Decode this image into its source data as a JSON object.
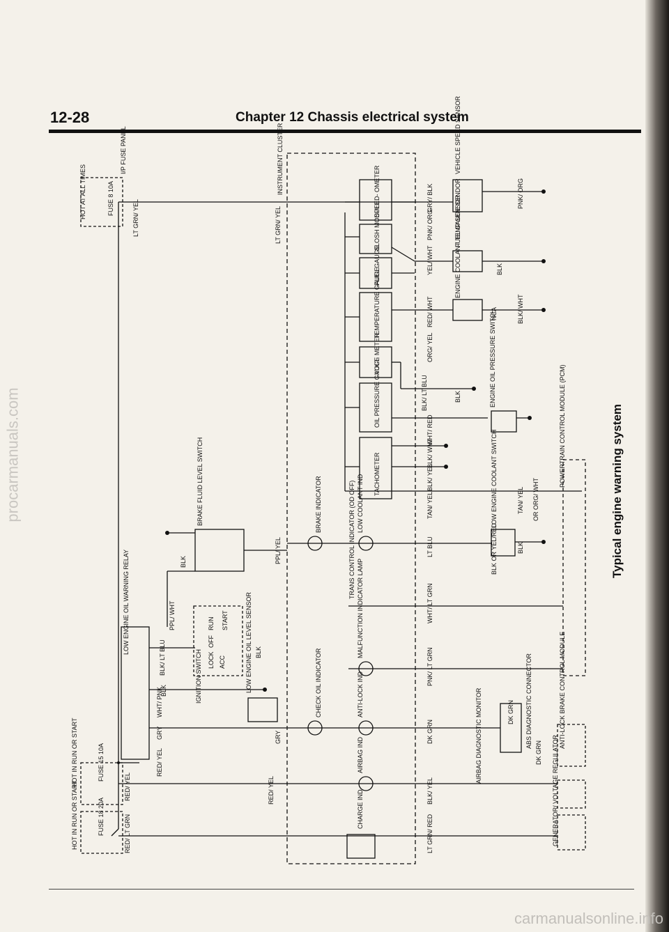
{
  "page": {
    "number": "12-28",
    "chapter": "Chapter 12  Chassis electrical system",
    "caption": "Typical engine warning system",
    "watermark_side": "procarmanuals.com",
    "watermark_bottom": "carmanualsonline.info"
  },
  "labels": {
    "hot_all_times": "HOT AT ALL TIMES",
    "fuse_8": "FUSE 8 10A",
    "ip_fuse_panel": "I/P FUSE PANEL",
    "hot_run_start_1": "HOT IN RUN OR START",
    "fuse_18": "FUSE 18 20A",
    "hot_run_start_2": "HOT IN RUN OR START",
    "fuse_15": "FUSE 15 10A",
    "instrument_cluster": "INSTRUMENT CLUSTER",
    "lt_grn_yel_1": "LT GRN/ YEL",
    "lt_grn_yel_2": "LT GRN/ YEL",
    "red_lt_grn": "RED/ LT GRN",
    "red_yel_1": "RED/ YEL",
    "red_yel_2": "RED/ YEL",
    "red_yel_3": "RED/ YEL",
    "gry_1": "GRY",
    "gry_2": "GRY",
    "wht_pnk": "WHT/ PNK",
    "blk_1": "BLK",
    "blk_lt_blu": "BLK/ LT BLU",
    "ppl_wht": "PPL/ WHT",
    "blk_2": "BLK",
    "ppl_yel": "PPL/ YEL",
    "low_oil_relay": "LOW ENGINE OIL WARNING RELAY",
    "ignition_switch": "IGNITION SWITCH",
    "lock": "LOCK",
    "acc": "ACC",
    "off": "OFF",
    "run": "RUN",
    "start": "START",
    "blk_3": "BLK",
    "low_oil_level_sensor": "LOW ENGINE OIL LEVEL SENSOR",
    "brake_fluid_switch": "BRAKE FLUID LEVEL SWITCH",
    "brake_indicator": "BRAKE INDICATOR",
    "low_coolant_ind": "LOW COOLANT IND",
    "trans_control": "TRANS CONTROL INDICATOR (OD OFF)",
    "malfunction": "MALFUNCTION INDICATOR LAMP",
    "check_oil": "CHECK OIL INDICATOR",
    "anti_lock_ind": "ANTI-LOCK IND",
    "airbag_ind": "AIRBAG IND",
    "charge_ind": "CHARGE IND",
    "tachometer": "TACHOMETER",
    "oil_pressure_gauge": "OIL PRESSURE GAUGE",
    "voltmeter": "VOLT- METER",
    "temperature_gauge": "TEMPERATURE GAUGE",
    "fuel_gauge": "FUEL GAUGE",
    "slosh_module": "SLOSH MODULE",
    "speedometer": "SPEED- OMETER",
    "vss": "VEHICLE SPEED SENSOR",
    "gry_blk": "GRY/ BLK",
    "pnk_org_1": "PNK/ ORG",
    "pnk_org_2": "PNK/ ORG",
    "fuel_sender": "FUEL GAUGE SENDOR",
    "yel_wht": "YEL/ WHT",
    "blk_4": "BLK",
    "coolant_temp": "ENGINE COOLANT TEMP SENSOR",
    "red_wht": "RED/ WHT",
    "nca": "NCA",
    "blk_wht_1": "BLK/ WHT",
    "org_yel": "ORG/ YEL",
    "blk_lt_blu_2": "BLK/ LT BLU",
    "blk_5": "BLK",
    "oil_pressure_switch": "ENGINE OIL PRESSURE SWITCH",
    "wht_red": "WHT/ RED",
    "blk_wht_2": "BLK/ WHT",
    "blk_yel_1": "BLK/ YEL",
    "pcm": "POWERTRAIN CONTROL MODULE (PCM)",
    "tan_yel_1": "TAN/ YEL",
    "tan_yel_2": "TAN/ YEL",
    "or_org_wht": "OR ORG/ WHT",
    "low_coolant_switch": "LOW ENGINE COOLANT SWITCH",
    "lt_blu": "LT BLU",
    "blk_or_yel_red": "BLK OR YEL/RED",
    "blk_6": "BLK",
    "wht_lt_grn": "WHT/ LT GRN",
    "pnk_lt_grn": "PNK/ LT GRN",
    "dk_grn_1": "DK GRN",
    "dk_grn_2": "DK GRN",
    "dk_grn_3": "DK GRN",
    "abs_connector": "ABS DIAGNOSTIC CONNECTOR",
    "abs_module": "ANTI-LOCK BRAKE CONTROL MODULE",
    "airbag_monitor": "AIRBAG DIAGNOSTIC MONITOR",
    "blk_yel_2": "BLK/ YEL",
    "generator": "GENERATOR/ VOLTAGE REGULATOR",
    "lt_grn_red": "LT GRN/ RED"
  }
}
